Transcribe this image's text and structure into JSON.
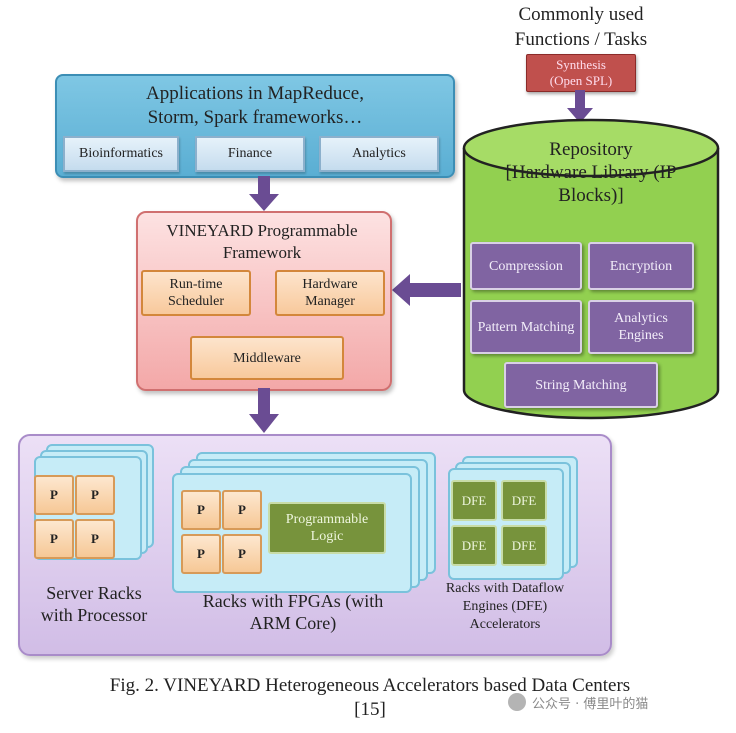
{
  "top_text": {
    "line1": "Commonly used",
    "line2": "Functions / Tasks"
  },
  "synthesis": {
    "line1": "Synthesis",
    "line2": "(Open SPL)"
  },
  "applications": {
    "title_line1": "Applications in MapReduce,",
    "title_line2": "Storm, Spark frameworks…",
    "items": [
      "Bioinformatics",
      "Finance",
      "Analytics"
    ]
  },
  "repository": {
    "title_line1": "Repository",
    "title_line2": "[Hardware Library (IP",
    "title_line3": "Blocks)]",
    "blocks": [
      "Compression",
      "Encryption",
      "Pattern Matching",
      "Analytics Engines",
      "String Matching"
    ]
  },
  "framework": {
    "title_line1": "VINEYARD Programmable",
    "title_line2": "Framework",
    "scheduler_line1": "Run-time",
    "scheduler_line2": "Scheduler",
    "manager_line1": "Hardware",
    "manager_line2": "Manager",
    "middleware": "Middleware"
  },
  "server_racks": {
    "chip": "P",
    "label_line1": "Server Racks",
    "label_line2": "with Processor"
  },
  "fpga_racks": {
    "chip": "P",
    "logic_line1": "Programmable",
    "logic_line2": "Logic",
    "label_line1": "Racks with FPGAs (with",
    "label_line2": "ARM Core)"
  },
  "dfe_racks": {
    "chip": "DFE",
    "label_line1": "Racks with Dataflow",
    "label_line2": "Engines (DFE)",
    "label_line3": "Accelerators"
  },
  "caption": {
    "line1": "Fig. 2. VINEYARD Heterogeneous Accelerators based Data Centers",
    "line2": "[15]"
  },
  "watermark": "公众号 · 傅里叶的猫",
  "colors": {
    "apps": "#6fbadc",
    "repo": "#92d050",
    "framework": "#f6b5b5",
    "purple_block": "#8064a2",
    "bottom": "#dccdec",
    "arrow": "#6a4c93",
    "synthesis": "#c0504d"
  }
}
